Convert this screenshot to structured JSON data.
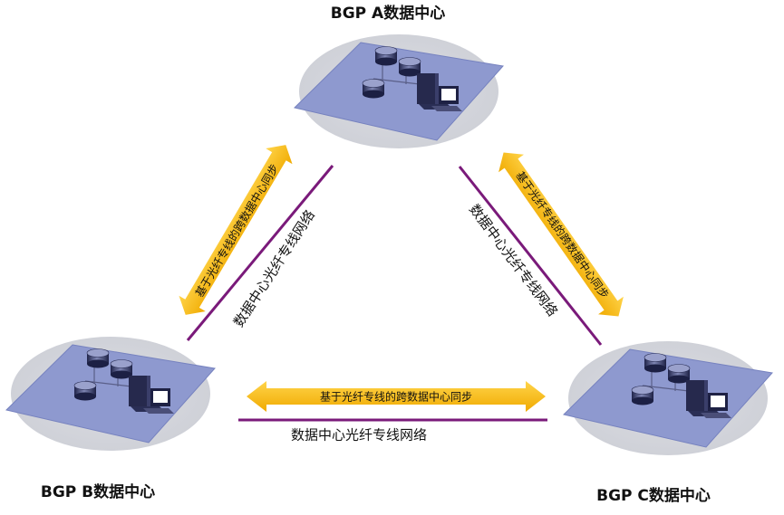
{
  "datacenters": {
    "a": {
      "title": "BGP A数据中心"
    },
    "b": {
      "title": "BGP B数据中心"
    },
    "c": {
      "title": "BGP C数据中心"
    }
  },
  "links": {
    "ab": {
      "sync": "基于光纤专线的跨数据中心同步",
      "network": "数据中心光纤专线网络"
    },
    "ac": {
      "sync": "基于光纤专线的跨数据中心同步",
      "network": "数据中心光纤专线网络"
    },
    "bc": {
      "sync": "基于光纤专线的跨数据中心同步",
      "network": "数据中心光纤专线网络"
    }
  },
  "colors": {
    "sync_arrow": "#F5B800",
    "network_line": "#7A1A7A",
    "platform": "#8E99CF",
    "halo": "#D4D6DC"
  }
}
